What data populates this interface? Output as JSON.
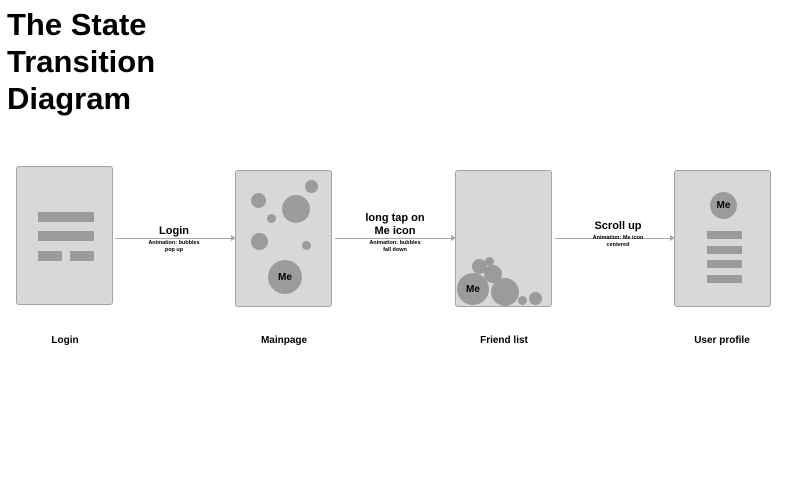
{
  "title": [
    "The State",
    "Transition",
    "Diagram"
  ],
  "screens": {
    "login": {
      "label": "Login"
    },
    "mainpage": {
      "label": "Mainpage",
      "me": "Me"
    },
    "friends": {
      "label": "Friend list",
      "me": "Me"
    },
    "profile": {
      "label": "User profile",
      "me": "Me"
    }
  },
  "transitions": [
    {
      "label": "Login",
      "note": "Animation: bubbles\npop up"
    },
    {
      "label": "long tap on\nMe icon",
      "note": "Animation: bubbles\nfall down"
    },
    {
      "label": "Scroll up",
      "note": "Animation: Me icon\ncentered"
    }
  ],
  "colors": {
    "screen_fill": "#d8d8d8",
    "element_fill": "#9b9b9b",
    "connector": "#a8a8a8"
  }
}
